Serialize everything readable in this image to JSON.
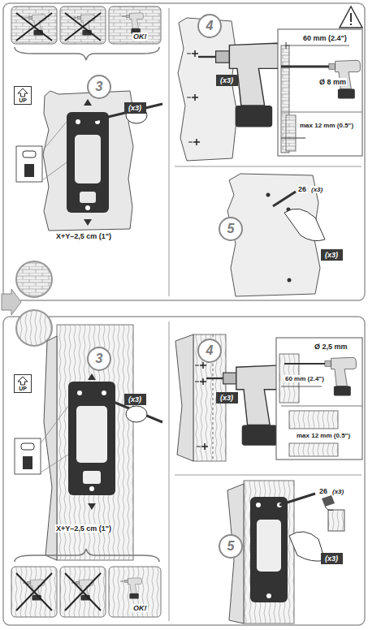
{
  "diagram": {
    "nodes": [
      {
        "text": [
          "3"
        ]
      },
      {
        "text": [
          "(x3)"
        ]
      },
      {
        "text": [
          "UP"
        ]
      },
      {
        "text": [
          "4"
        ]
      },
      {
        "text": [
          "(x3)"
        ]
      },
      {
        "text": [
          "5"
        ]
      },
      {
        "text": [
          "(x3)"
        ]
      },
      {
        "text": [
          "3"
        ]
      },
      {
        "text": [
          "(x3)"
        ]
      },
      {
        "text": [
          "UP"
        ]
      },
      {
        "text": [
          "4"
        ]
      },
      {
        "text": [
          "(x3)"
        ]
      },
      {
        "text": [
          "5"
        ]
      },
      {
        "text": [
          "(x3)"
        ]
      }
    ],
    "labels": [
      "OK!",
      "X+Y–2,5 cm (1\")",
      "60 mm (2.4\")",
      "Ø 8 mm",
      "max 12 mm (0.5\")",
      "26",
      "(x3)",
      "X+Y–2,5 cm (1\")",
      "OK!",
      "Ø 2,5 mm",
      "60 mm (2.4\")",
      "max 12 mm (0.5\")",
      "26",
      "(x3)"
    ]
  }
}
